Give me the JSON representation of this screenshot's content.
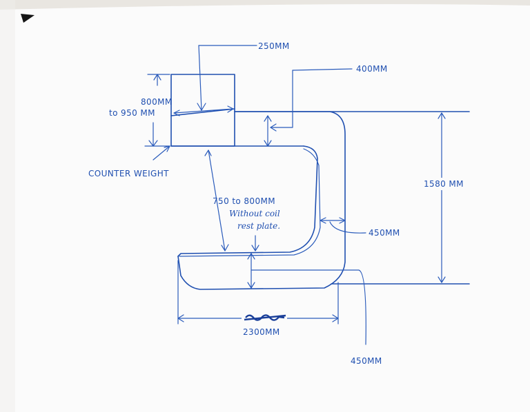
{
  "labels": {
    "width_top": "250MM",
    "offset_top": "400MM",
    "counterweight_height_line1": "800MM",
    "counterweight_height_line2": "to 950 MM",
    "counterweight": "COUNTER WEIGHT",
    "throat_gap": "750 to 800MM",
    "note_line1": "Without coil",
    "note_line2": "rest plate.",
    "right_thickness": "450MM",
    "overall_height": "1580 MM",
    "bottom_thickness": "450MM",
    "overall_length": "2300MM"
  },
  "colors": {
    "ink": "#1f4fb0",
    "paper": "#fbfbfb"
  }
}
